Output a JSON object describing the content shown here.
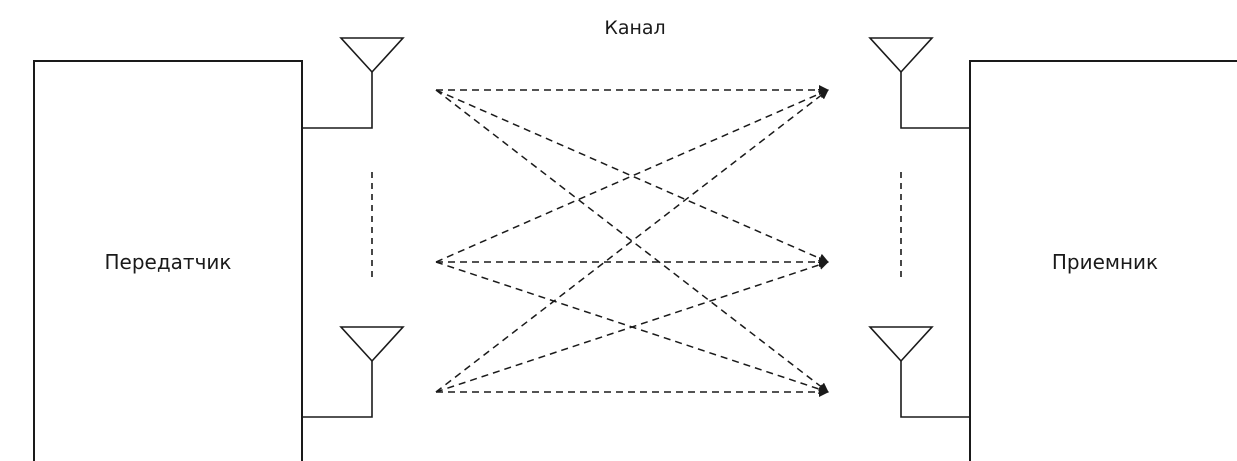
{
  "diagram": {
    "channel_label": "Канал",
    "transmitter_label": "Передатчик",
    "receiver_label": "Приемник"
  },
  "colors": {
    "stroke": "#1a1a1a",
    "background": "#ffffff"
  }
}
